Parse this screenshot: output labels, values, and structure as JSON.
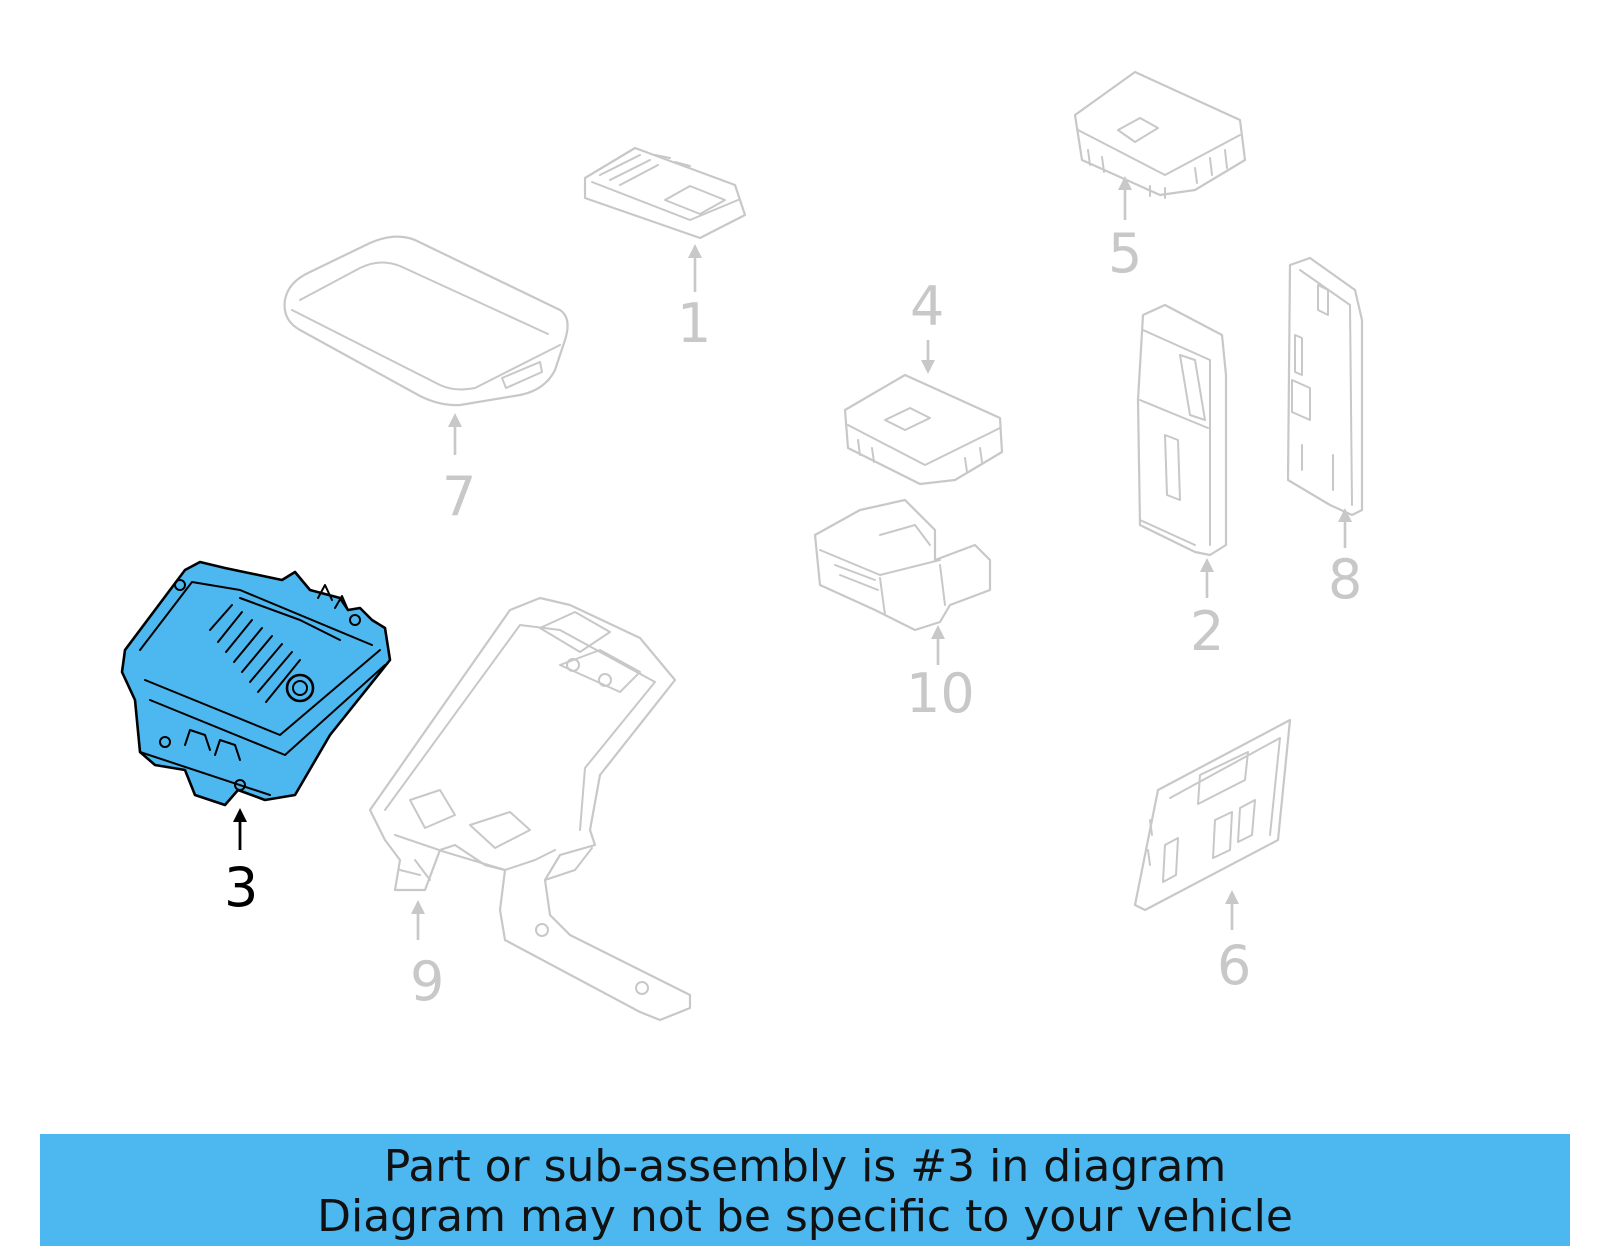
{
  "callouts": {
    "c1": "1",
    "c2": "2",
    "c3": "3",
    "c4": "4",
    "c5": "5",
    "c6": "6",
    "c7": "7",
    "c8": "8",
    "c9": "9",
    "c10": "10"
  },
  "highlighted_part": "3",
  "colors": {
    "highlight": "#4db8f0",
    "part_line": "#c8c8c8",
    "highlight_line": "#000000"
  },
  "banner": {
    "line1": "Part or sub-assembly is #3 in diagram",
    "line2": "Diagram may not be specific to your vehicle"
  }
}
